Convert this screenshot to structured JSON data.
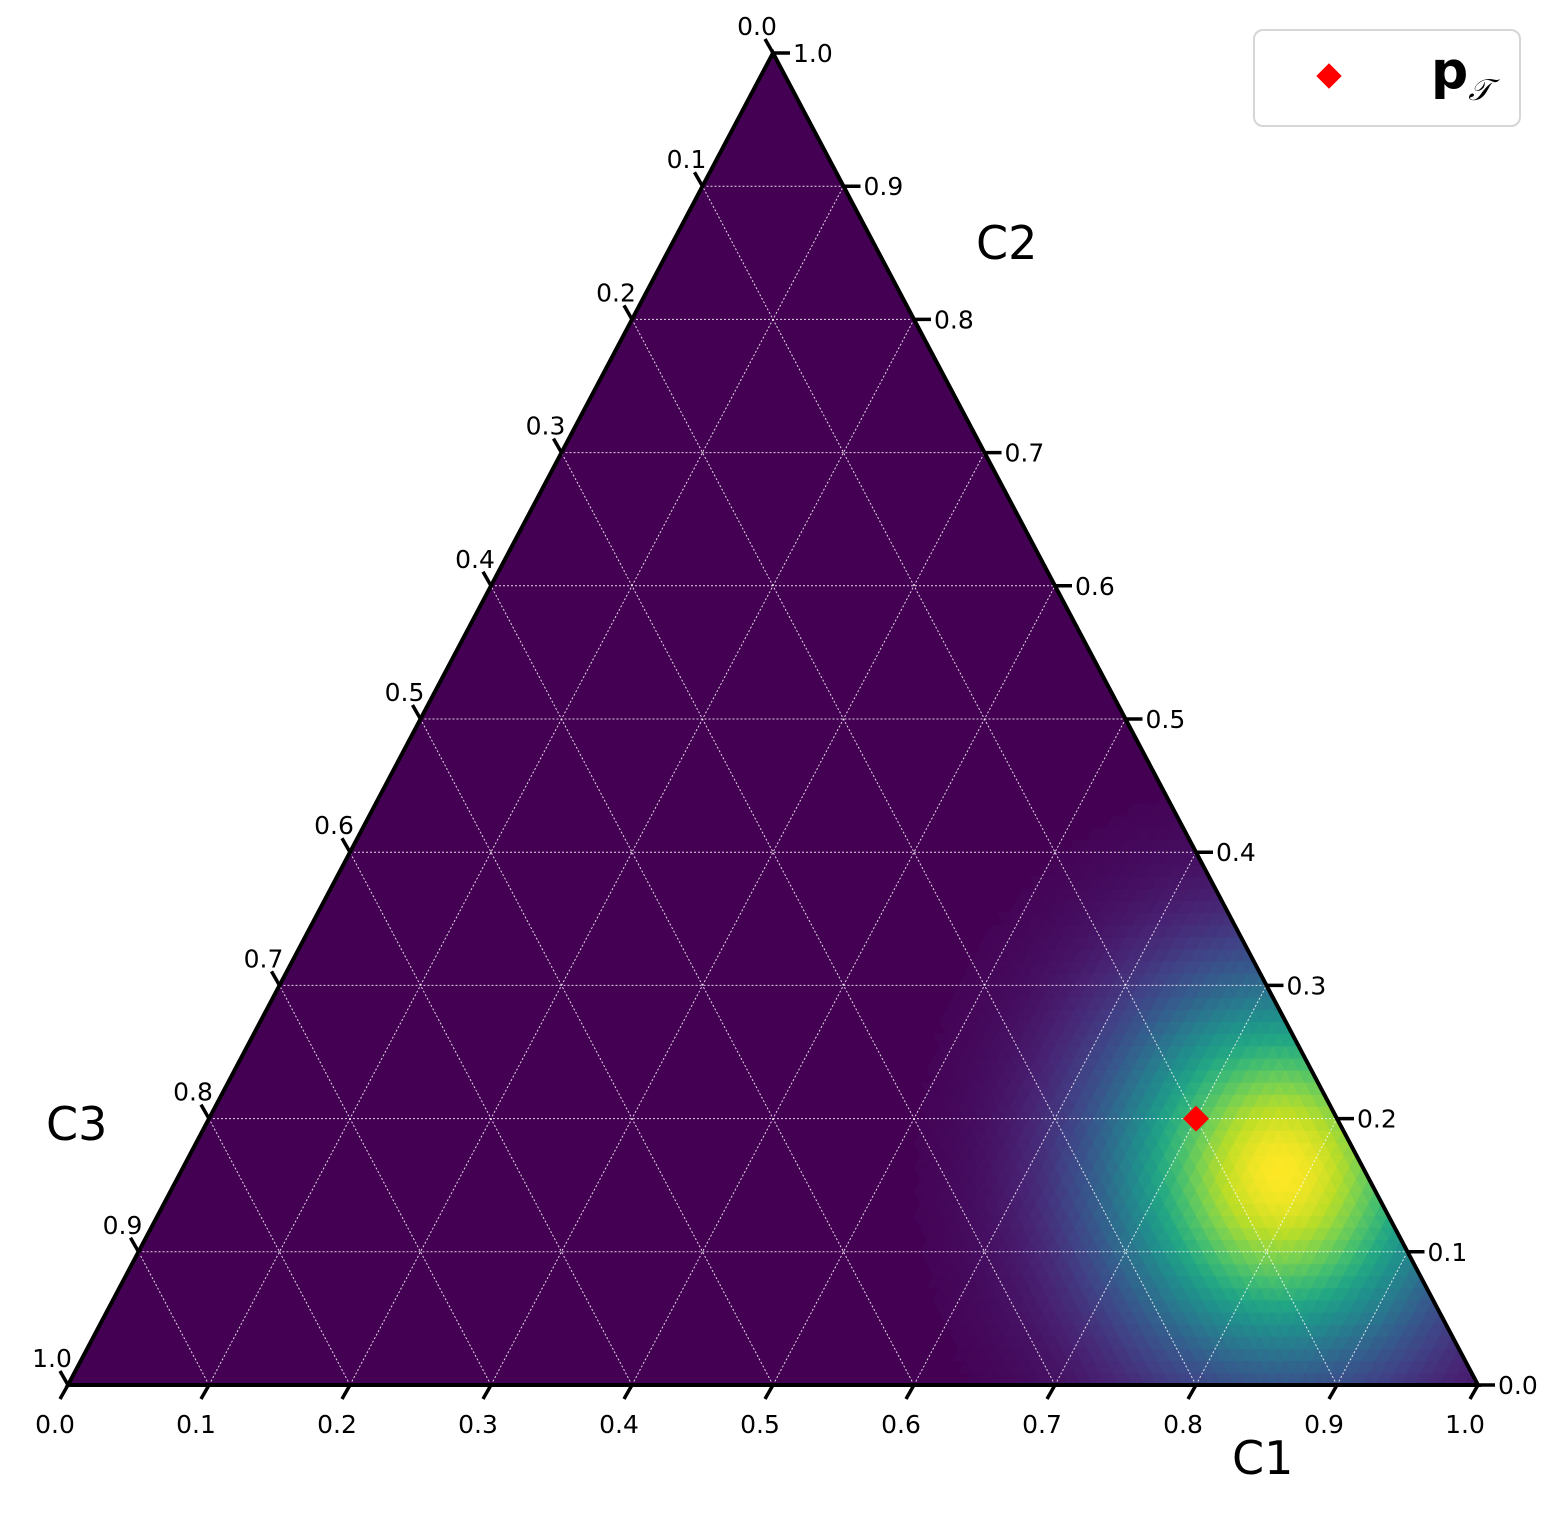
{
  "chart_data": {
    "type": "heatmap",
    "subtype": "ternary-density",
    "colormap": "viridis",
    "axes": {
      "bottom": {
        "label": "C1",
        "ticks": [
          "0.0",
          "0.1",
          "0.2",
          "0.3",
          "0.4",
          "0.5",
          "0.6",
          "0.7",
          "0.8",
          "0.9",
          "1.0"
        ]
      },
      "right": {
        "label": "C2",
        "ticks": [
          "0.0",
          "0.1",
          "0.2",
          "0.3",
          "0.4",
          "0.5",
          "0.6",
          "0.7",
          "0.8",
          "0.9",
          "1.0"
        ]
      },
      "left": {
        "label": "C3",
        "ticks": [
          "0.0",
          "0.1",
          "0.2",
          "0.3",
          "0.4",
          "0.5",
          "0.6",
          "0.7",
          "0.8",
          "0.9",
          "1.0"
        ]
      }
    },
    "grid": true,
    "density": {
      "peak": {
        "C1": 0.78,
        "C2": 0.16,
        "C3": 0.06
      },
      "spread": 0.085,
      "shape": "Dirichlet-like density concentrated near the C1 vertex"
    },
    "marker": {
      "name": "p_T",
      "C1": 0.7,
      "C2": 0.2,
      "C3": 0.1,
      "color": "#ff0000",
      "symbol": "diamond"
    },
    "legend": {
      "position": "top-right",
      "label_main": "p",
      "label_sub": "𝒯"
    }
  }
}
